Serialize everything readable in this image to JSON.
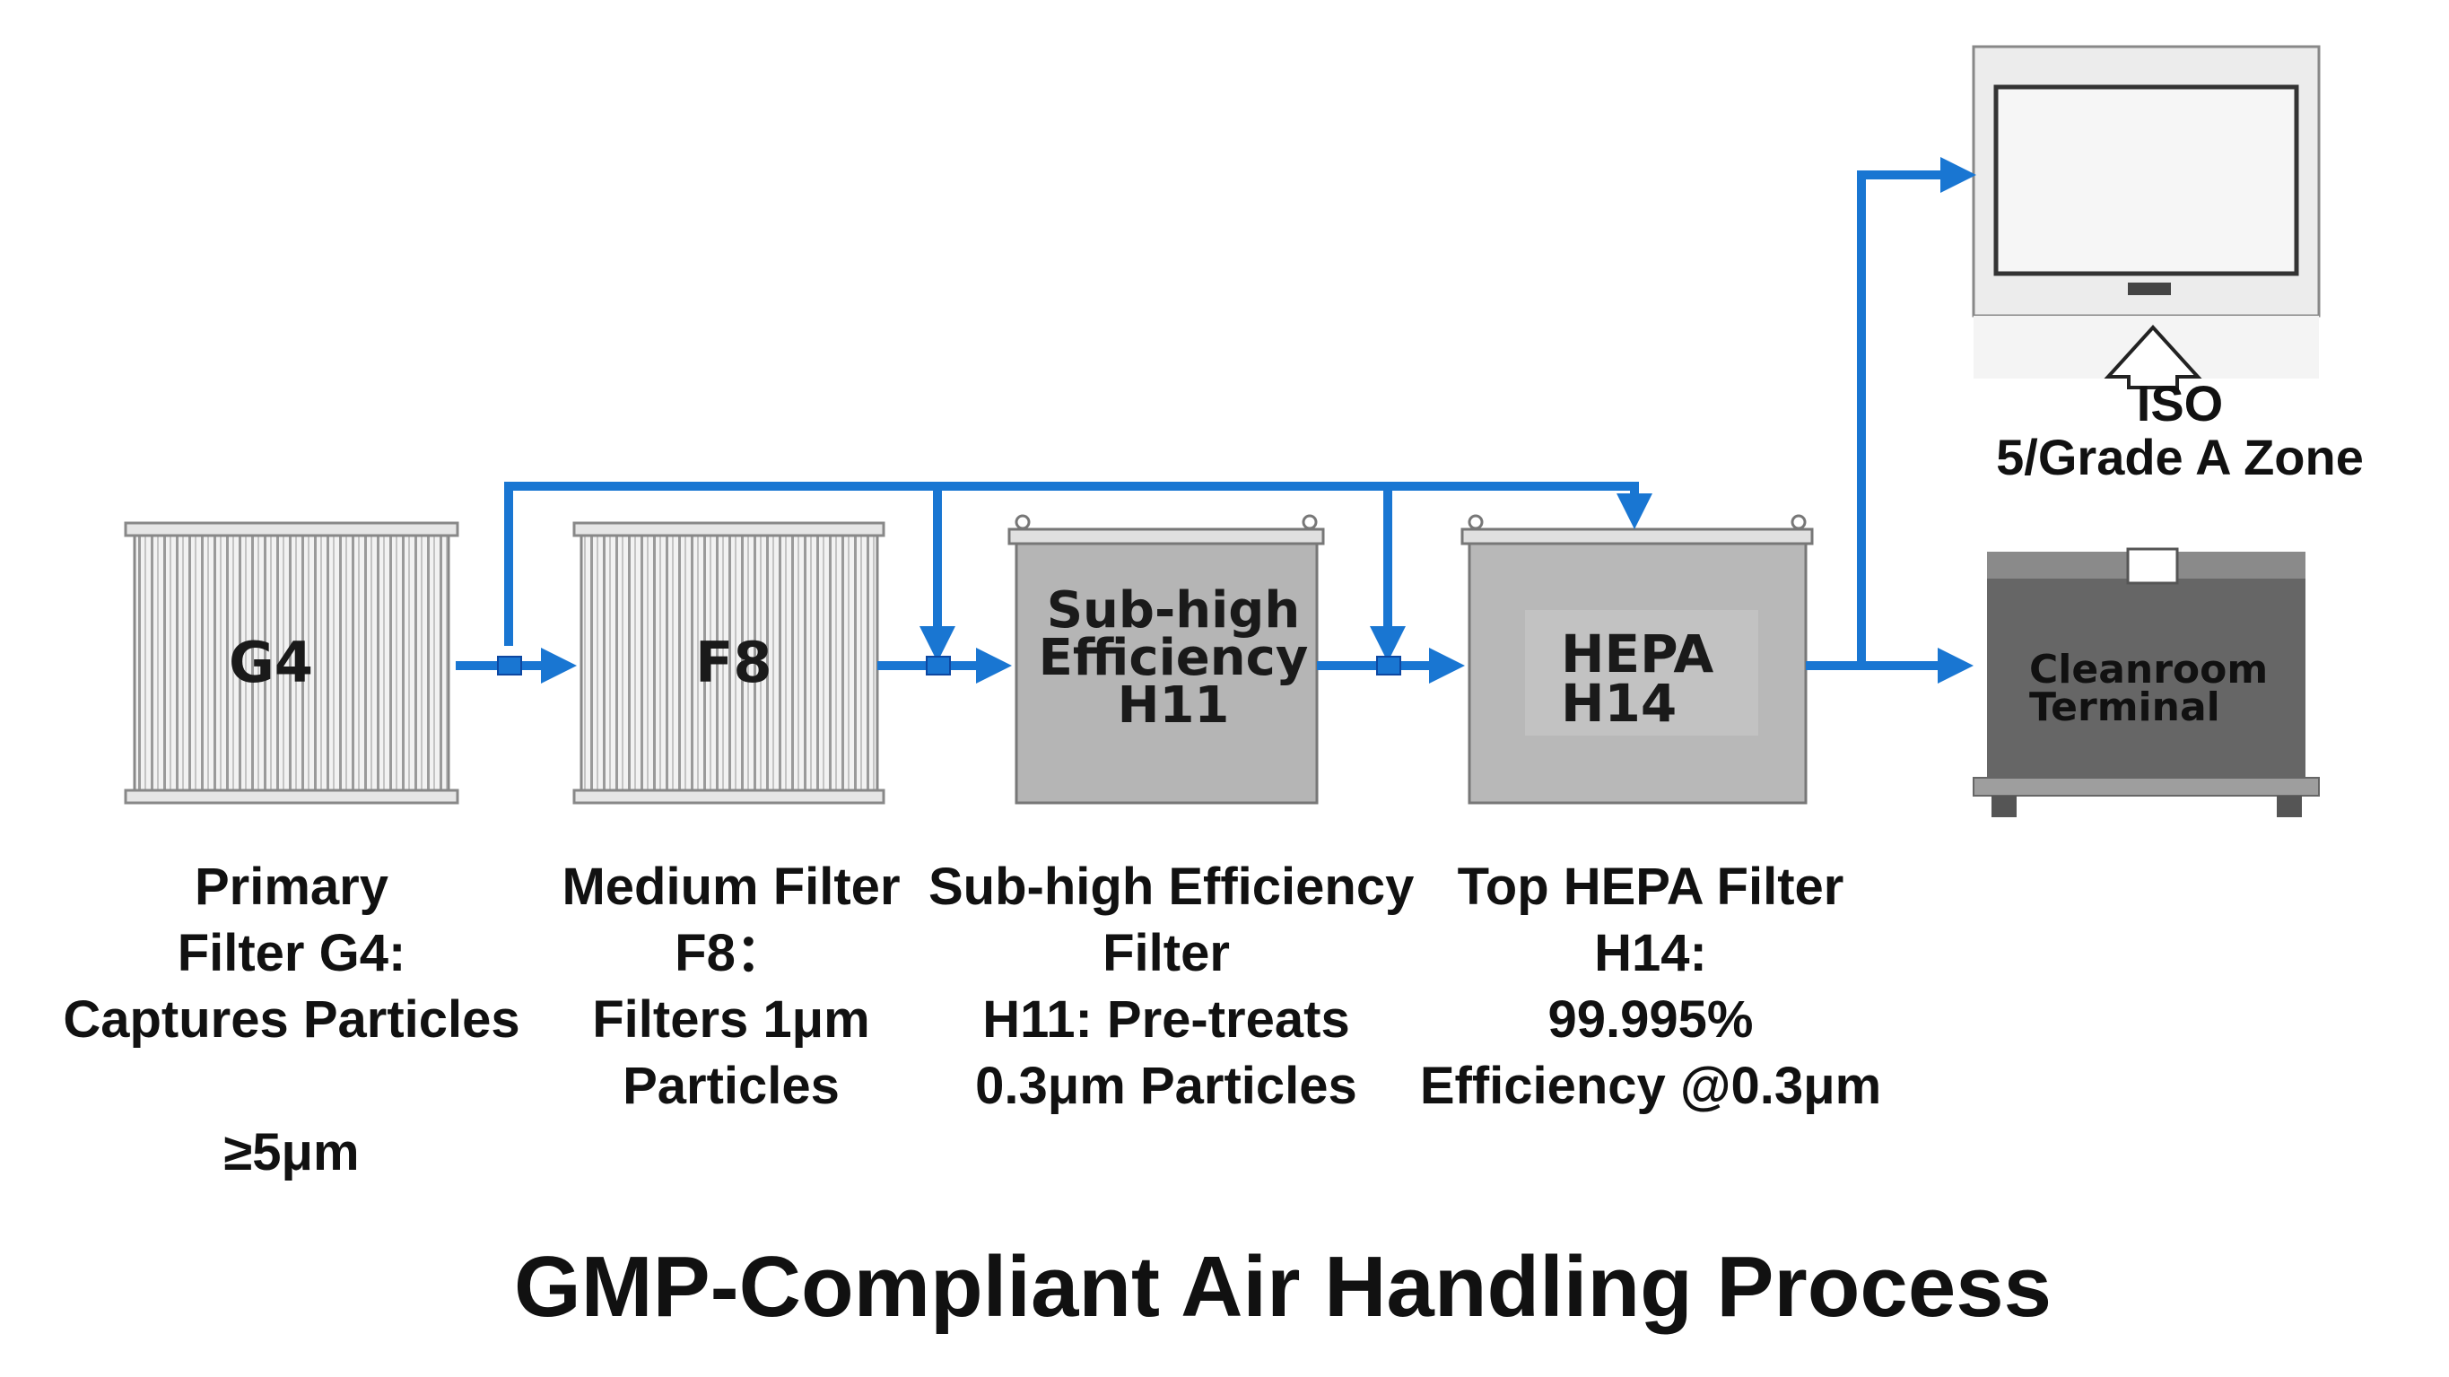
{
  "title": "GMP-Compliant Air Handling Process",
  "colors": {
    "pipe": "#1976d2",
    "filter_frame": "#d9d9d9",
    "box_gray": "#b5b5b5",
    "terminal": "#666666"
  },
  "stages": [
    {
      "id": "g4",
      "box_label": [
        "G4"
      ],
      "caption": [
        "Primary",
        "Filter G4:",
        "Captures Particles",
        "",
        "≥5μm"
      ]
    },
    {
      "id": "f8",
      "box_label": [
        "F8"
      ],
      "caption": [
        "Medium Filter",
        "F8：",
        "Filters 1μm",
        "Particles"
      ]
    },
    {
      "id": "h11",
      "box_label": [
        "Sub-high",
        "Efficiency",
        "H11"
      ],
      "caption": [
        "Sub-high Efficiency",
        "Filter",
        "H11: Pre-treats",
        "0.3μm Particles"
      ]
    },
    {
      "id": "h14",
      "box_label": [
        "HEPA",
        "H14"
      ],
      "caption": [
        "Top HEPA  Filter",
        "H14:",
        "99.995%",
        "Efficiency @0.3μm"
      ]
    }
  ],
  "terminal": {
    "box_label": [
      "Cleanroom",
      "Terminal"
    ]
  },
  "zone": {
    "label": [
      "ISO",
      "5/Grade A Zone"
    ],
    "icon": "hollow-up-arrow-icon"
  }
}
